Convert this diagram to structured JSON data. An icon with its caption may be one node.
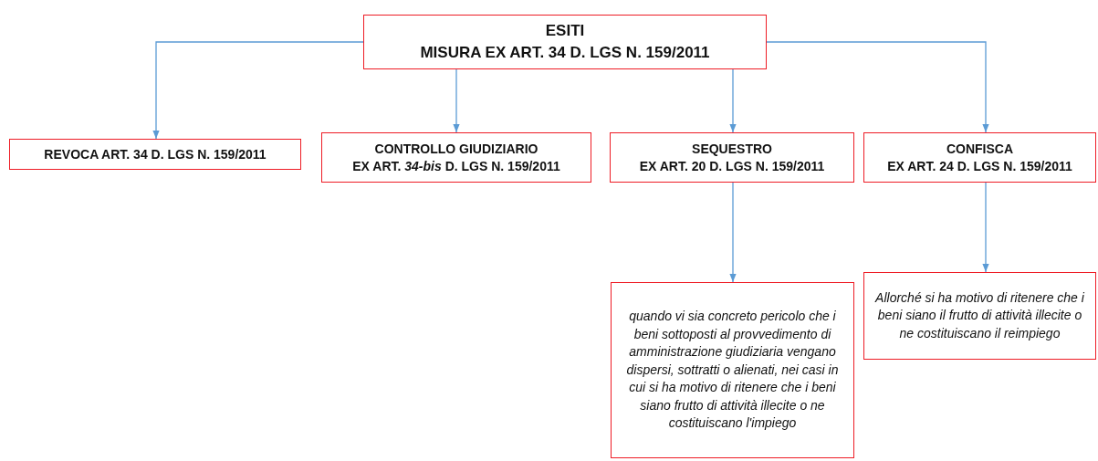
{
  "diagram": {
    "nodes": [
      {
        "text": [
          "ESITI",
          "MISURA EX ART. 34 D. LGS N. 159/2011"
        ]
      },
      {
        "text": [
          "REVOCA ART. 34  D. LGS N. 159/2011"
        ]
      },
      {
        "text": [
          "CONTROLLO GIUDIZIARIO",
          "EX ART. *34-bis* D. LGS N. 159/2011"
        ]
      },
      {
        "text": [
          "SEQUESTRO",
          "EX ART. 20 D. LGS N. 159/2011"
        ]
      },
      {
        "text": [
          "CONFISCA",
          "EX ART. 24 D. LGS N. 159/2011"
        ]
      },
      {
        "text": [
          "quando vi sia concreto pericolo che i beni sottoposti al provvedimento di amministrazione giudiziaria vengano dispersi, sottratti o alienati, nei casi in cui si ha motivo di ritenere che i beni siano frutto di attività illecite o ne costituiscano l'impiego"
        ]
      },
      {
        "text": [
          "Allorché si ha motivo di ritenere che i beni siano il frutto di attività illecite o ne costituiscano il reimpiego"
        ]
      }
    ],
    "edges": [
      {
        "from": 0,
        "to": 1,
        "arrow": "to"
      },
      {
        "from": 0,
        "to": 2,
        "arrow": "to"
      },
      {
        "from": 0,
        "to": 3,
        "arrow": "to"
      },
      {
        "from": 0,
        "to": 4,
        "arrow": "to"
      },
      {
        "from": 3,
        "to": 5,
        "arrow": "to"
      },
      {
        "from": 4,
        "to": 6,
        "arrow": "to"
      }
    ]
  }
}
